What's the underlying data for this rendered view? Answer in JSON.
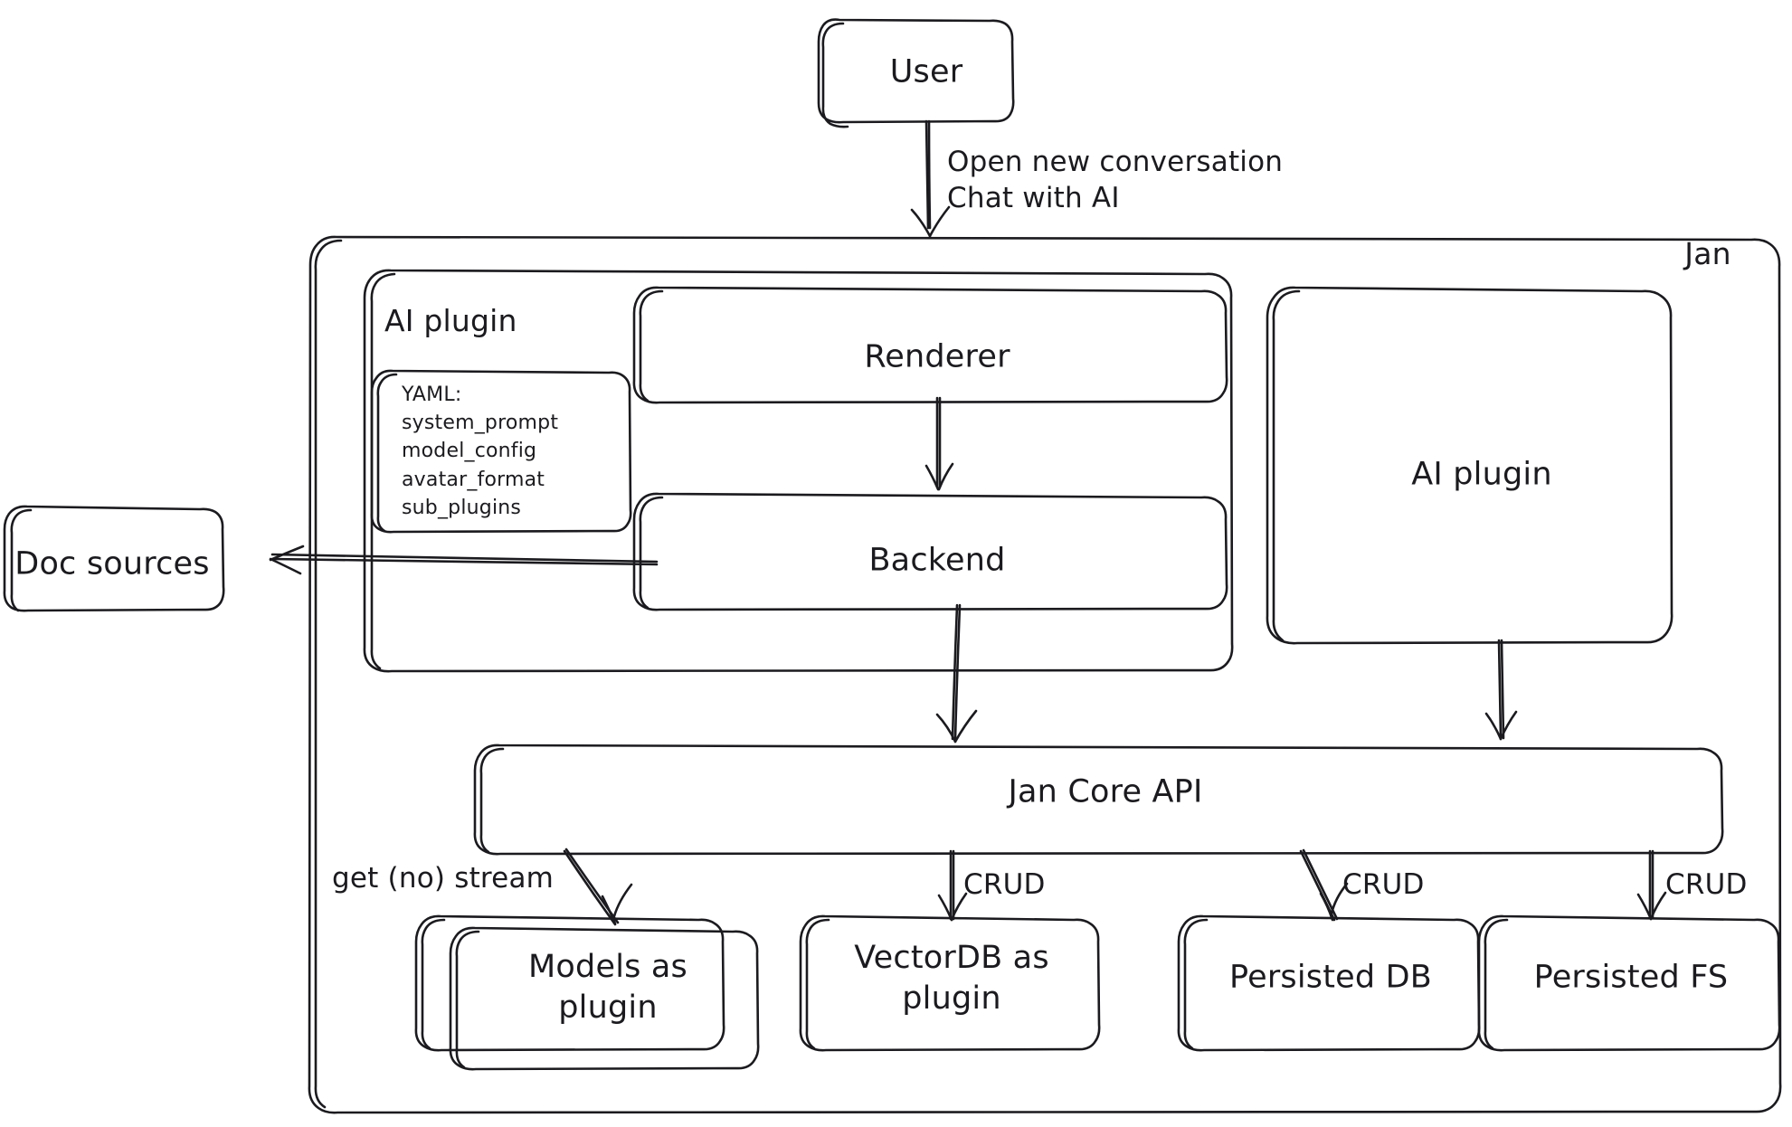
{
  "diagram": {
    "title": "Jan architecture diagram",
    "style": "hand-drawn",
    "stroke_color": "#1b1b1f",
    "background": "#ffffff"
  },
  "nodes": {
    "user": "User",
    "jan_container": "Jan",
    "ai_plugin_group": "AI plugin",
    "yaml_box": "YAML:\nsystem_prompt\nmodel_config\navatar_format\nsub_plugins",
    "renderer": "Renderer",
    "backend": "Backend",
    "ai_plugin_right": "AI plugin",
    "doc_sources": "Doc sources",
    "jan_core_api": "Jan Core API",
    "models_as_plugin": "Models as\nplugin",
    "vectordb_as_plugin": "VectorDB as\nplugin",
    "persisted_db": "Persisted DB",
    "persisted_fs": "Persisted FS"
  },
  "edge_labels": {
    "user_to_renderer": "Open new conversation\nChat with AI",
    "models_stream": "get (no) stream",
    "crud_vectordb": "CRUD",
    "crud_persisted_db": "CRUD",
    "crud_persisted_fs": "CRUD"
  }
}
